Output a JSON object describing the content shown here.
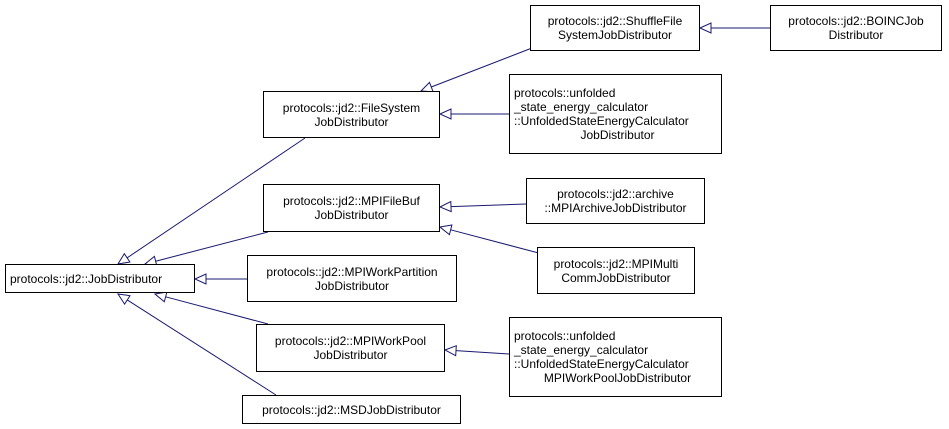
{
  "edge_color": "#191970",
  "nodes": {
    "job_distributor": {
      "lines": [
        "protocols::jd2::JobDistributor"
      ]
    },
    "file_system": {
      "lines": [
        "protocols::jd2::FileSystem",
        "JobDistributor"
      ]
    },
    "mpi_file_buf": {
      "lines": [
        "protocols::jd2::MPIFileBuf",
        "JobDistributor"
      ]
    },
    "mpi_work_partition": {
      "lines": [
        "protocols::jd2::MPIWorkPartition",
        "JobDistributor"
      ]
    },
    "mpi_work_pool": {
      "lines": [
        "protocols::jd2::MPIWorkPool",
        "JobDistributor"
      ]
    },
    "msd": {
      "lines": [
        "protocols::jd2::MSDJobDistributor"
      ]
    },
    "shuffle_file_system": {
      "lines": [
        "protocols::jd2::ShuffleFile",
        "SystemJobDistributor"
      ]
    },
    "boinc": {
      "lines": [
        "protocols::jd2::BOINCJob",
        "Distributor"
      ]
    },
    "unfolded_state": {
      "lines": [
        "protocols::unfolded",
        "_state_energy_calculator",
        "::UnfoldedStateEnergyCalculator",
        "JobDistributor"
      ]
    },
    "mpi_archive": {
      "lines": [
        "protocols::jd2::archive",
        "::MPIArchiveJobDistributor"
      ]
    },
    "mpi_multi_comm": {
      "lines": [
        "protocols::jd2::MPIMulti",
        "CommJobDistributor"
      ]
    },
    "unfolded_state_pool": {
      "lines": [
        "protocols::unfolded",
        "_state_energy_calculator",
        "::UnfoldedStateEnergyCalculator",
        "MPIWorkPoolJobDistributor"
      ]
    }
  },
  "edges": [
    {
      "from": "file_system",
      "to": "job_distributor"
    },
    {
      "from": "mpi_file_buf",
      "to": "job_distributor"
    },
    {
      "from": "mpi_work_partition",
      "to": "job_distributor"
    },
    {
      "from": "mpi_work_pool",
      "to": "job_distributor"
    },
    {
      "from": "msd",
      "to": "job_distributor"
    },
    {
      "from": "shuffle_file_system",
      "to": "file_system"
    },
    {
      "from": "unfolded_state",
      "to": "file_system"
    },
    {
      "from": "boinc",
      "to": "shuffle_file_system"
    },
    {
      "from": "mpi_archive",
      "to": "mpi_file_buf"
    },
    {
      "from": "mpi_multi_comm",
      "to": "mpi_file_buf"
    },
    {
      "from": "unfolded_state_pool",
      "to": "mpi_work_pool"
    }
  ]
}
